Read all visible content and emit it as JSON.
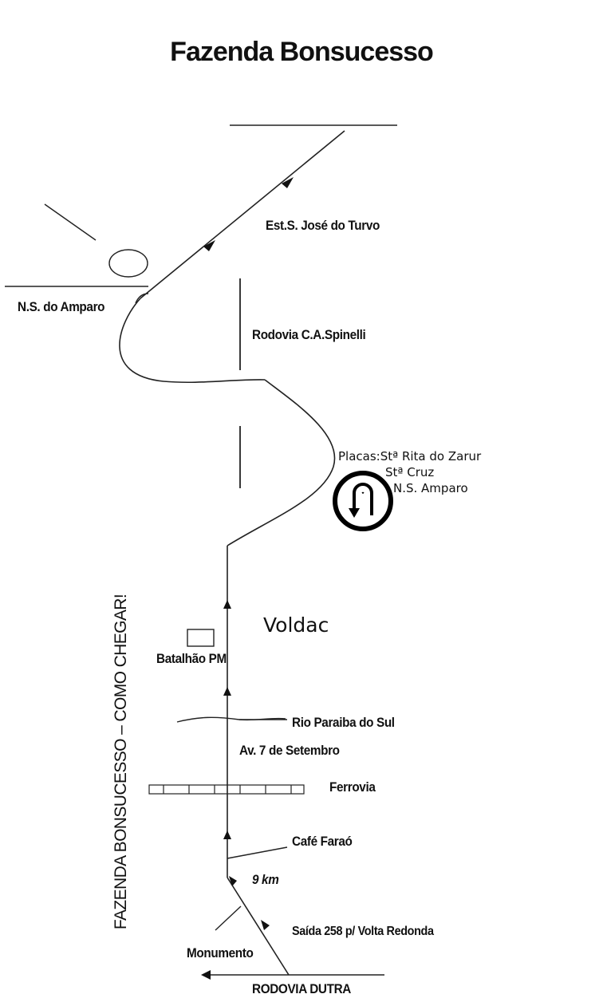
{
  "title": "Fazenda Bonsucesso",
  "side_caption": "FAZENDA BONSUCESSO – COMO CHEGAR!",
  "labels": {
    "est_s_jose": "Est.S. José do Turvo",
    "ns_amparo": "N.S. do Amparo",
    "rodovia_spinelli": "Rodovia C.A.Spinelli",
    "voldac": "Voldac",
    "batalhao": "Batalhão PM",
    "rio_paraiba": "Rio Paraiba do Sul",
    "av_7_setembro": "Av. 7 de Setembro",
    "ferrovia": "Ferrovia",
    "cafe_farao": "Café Faraó",
    "distance": "9 km",
    "saida": "Saída 258 p/ Volta Redonda",
    "monumento": "Monumento",
    "rodovia_dutra": "RODOVIA DUTRA"
  },
  "placas": {
    "line1": "Placas:Stª Rita do Zarur",
    "line2": "Stª Cruz",
    "line3": "N.S. Amparo"
  },
  "icons": {
    "u_turn": "u-turn-icon",
    "arrow": "arrow-head-icon"
  },
  "colors": {
    "ink": "#111111",
    "background": "#ffffff"
  }
}
